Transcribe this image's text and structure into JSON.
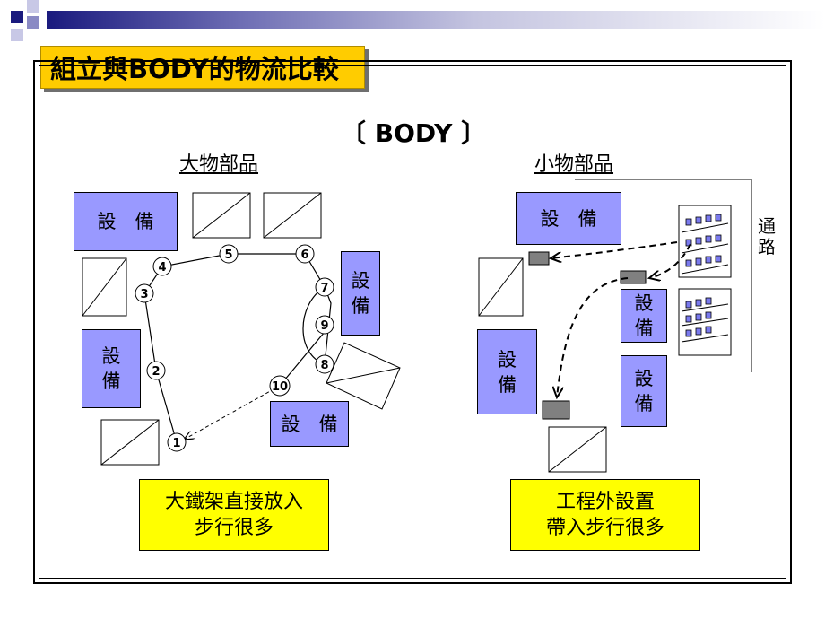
{
  "title": "組立與BODY的物流比較",
  "section_label": "〔 BODY 〕",
  "left": {
    "heading": "大物部品",
    "equipment_label": "設　備",
    "equipment_label_vertical": "設\n備",
    "stations": [
      "1",
      "2",
      "3",
      "4",
      "5",
      "6",
      "7",
      "8",
      "9",
      "10"
    ],
    "note": "大鐵架直接放入\n步行很多"
  },
  "right": {
    "heading": "小物部品",
    "equipment_label": "設　備",
    "equipment_label_vertical": "設\n備",
    "aisle": "通\n路",
    "note": "工程外設置\n帶入步行很多"
  },
  "colors": {
    "equipment": "#9999ff",
    "note": "#ffff00",
    "title_box": "#ffcc00",
    "title_bar": "#1a1a7e"
  }
}
